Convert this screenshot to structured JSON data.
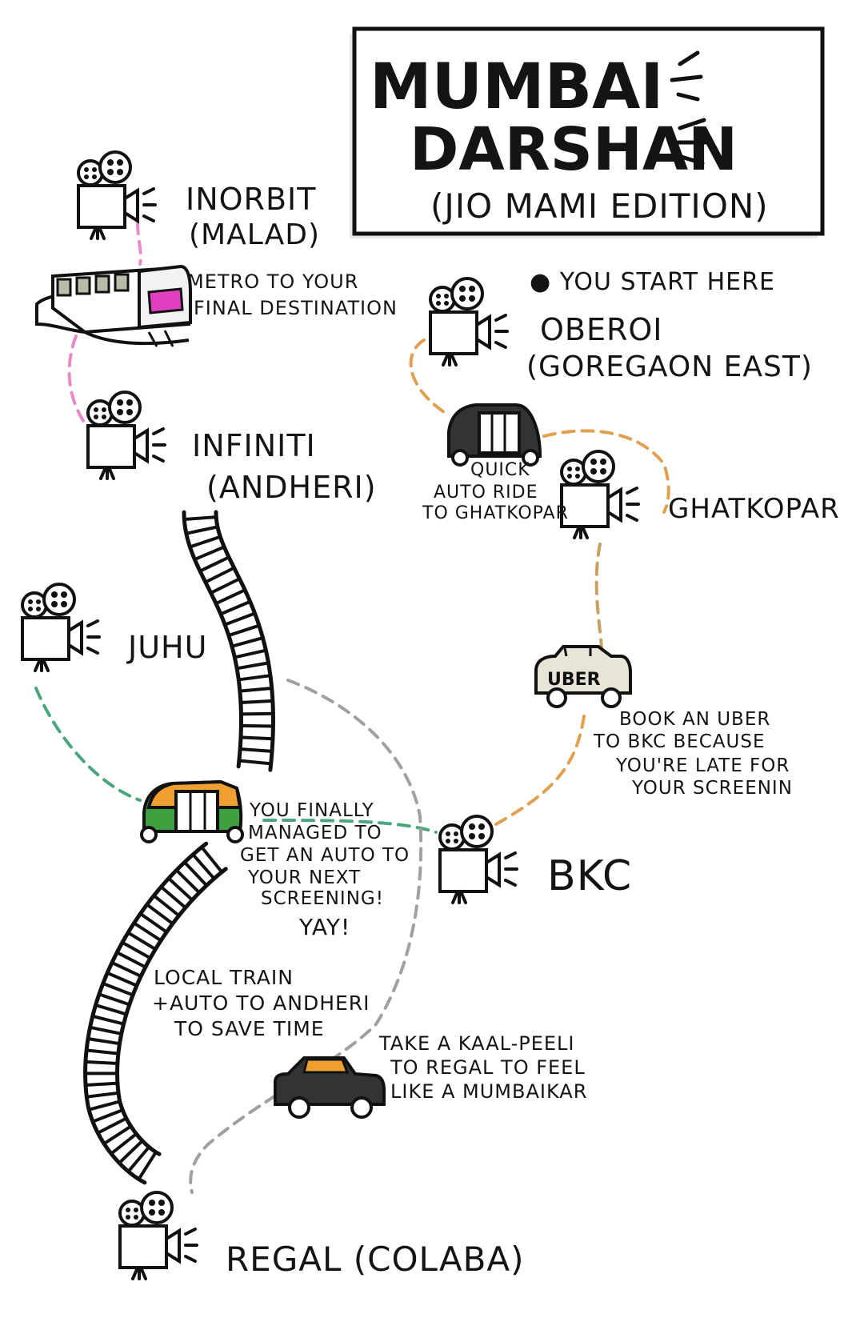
{
  "title": {
    "line1": "MUMBAI",
    "line2": "DARSHAN",
    "line3": "(JIO MAMI EDITION)"
  },
  "start_note": "YOU START HERE",
  "locations": {
    "inorbit": {
      "name": "INORBIT",
      "area": "(MALAD)"
    },
    "oberoi": {
      "name": "OBEROI",
      "area": "(GOREGAON EAST)"
    },
    "infiniti": {
      "name": "INFINITI",
      "area": "(ANDHERI)"
    },
    "ghatkopar": {
      "name": "GHATKOPAR",
      "area": ""
    },
    "juhu": {
      "name": "JUHU",
      "area": ""
    },
    "bkc": {
      "name": "BKC",
      "area": ""
    },
    "regal": {
      "name": "REGAL (COLABA)",
      "area": ""
    }
  },
  "captions": {
    "metro": [
      "METRO TO YOUR",
      "FINAL DESTINATION"
    ],
    "auto_ghatkopar": [
      "QUICK",
      "AUTO RIDE",
      "TO GHATKOPAR"
    ],
    "uber": [
      "BOOK AN UBER",
      "TO BKC BECAUSE",
      "YOU'RE LATE FOR",
      "YOUR SCREENIN"
    ],
    "auto_juhu": [
      "YOU FINALLY",
      "MANAGED TO",
      "GET AN AUTO TO",
      "YOUR NEXT",
      "SCREENING!",
      "YAY!"
    ],
    "local_train": [
      "LOCAL TRAIN",
      "+AUTO TO ANDHERI",
      "TO SAVE TIME"
    ],
    "kaal_peeli": [
      "TAKE A KAAL-PEELI",
      "TO REGAL TO FEEL",
      "LIKE A MUMBAIKAR"
    ]
  },
  "vehicle_labels": {
    "uber": "UBER"
  },
  "icons": [
    "projector-icon",
    "metro-train-icon",
    "auto-rickshaw-icon",
    "uber-car-icon",
    "taxi-icon",
    "railway-track"
  ],
  "colors": {
    "metro_path": "#e88ac8",
    "orange_path": "#e0a050",
    "tan_path": "#c8a060",
    "green_path": "#4aa67c",
    "grey_path": "#a0a0a0",
    "metro_face": "#e040c0",
    "auto_orange": "#f0a030",
    "auto_green": "#40a040",
    "taxi_yellow": "#f0a030"
  }
}
